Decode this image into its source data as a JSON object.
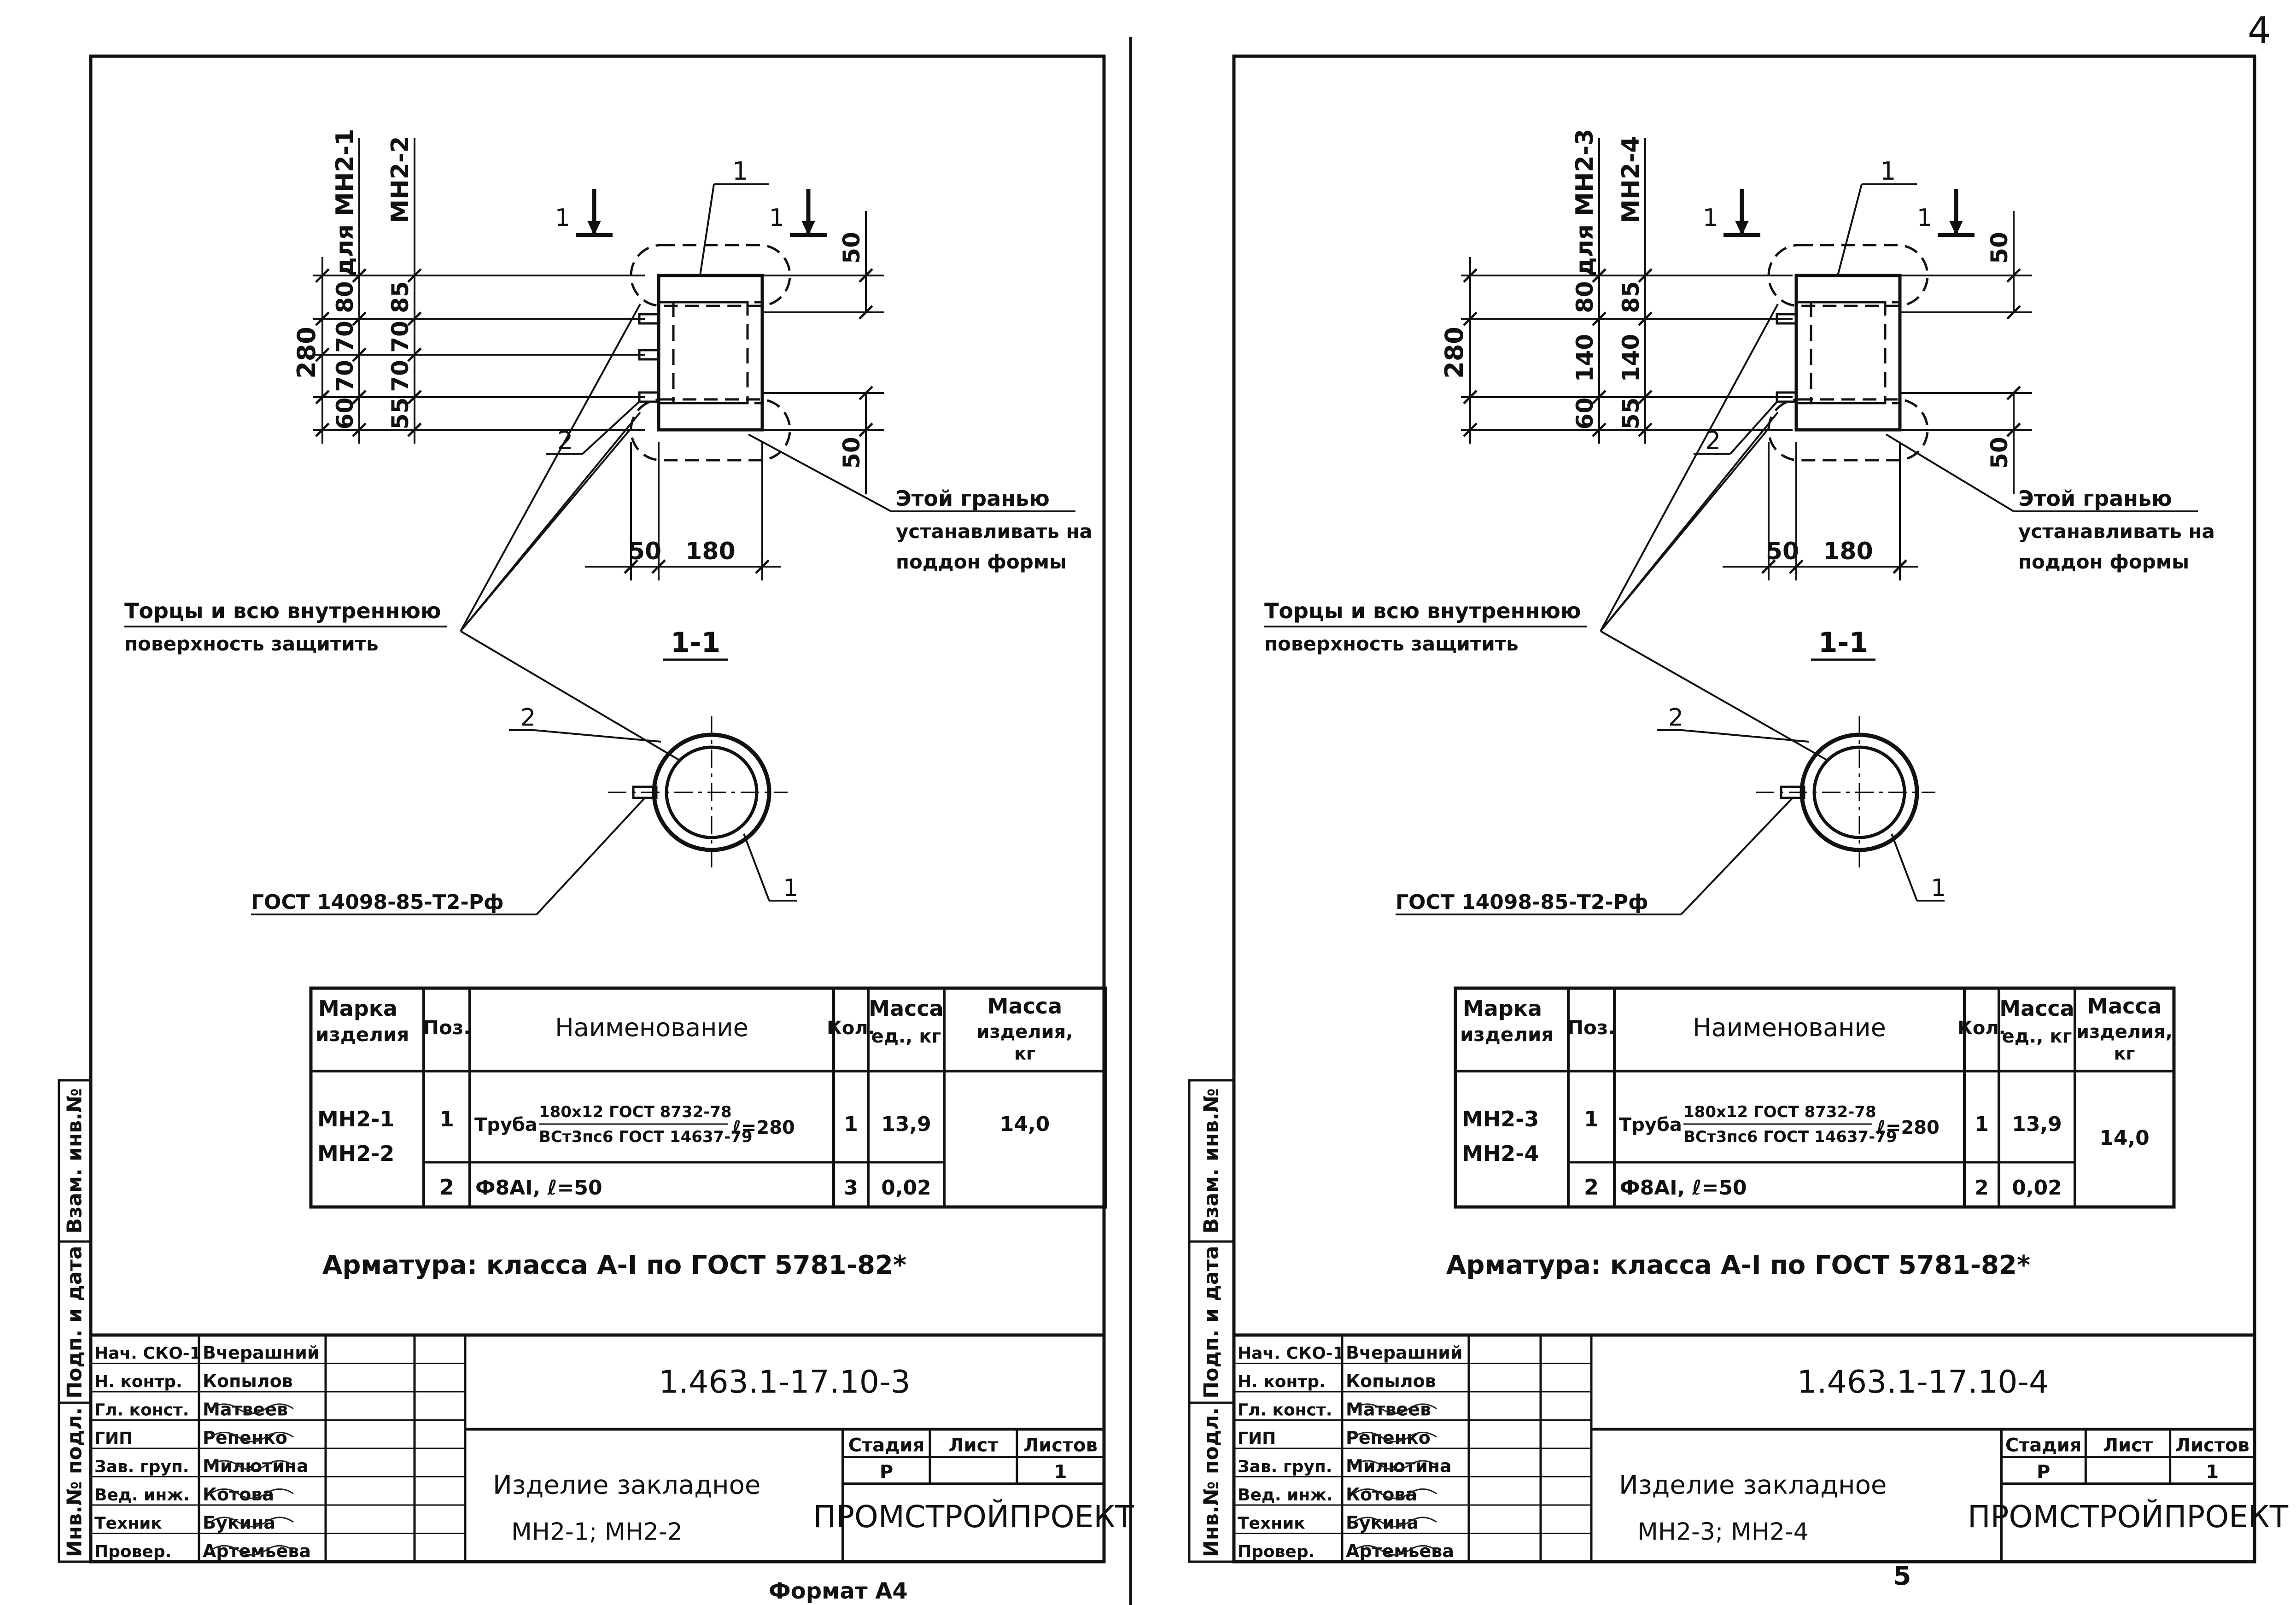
{
  "page_corner_number": "4",
  "sheets": [
    {
      "marks_top": [
        "для МН2-1",
        "МН2-2"
      ],
      "section_marker": "1",
      "pos1": "1",
      "pos2": "2",
      "dims_left_a": [
        "80",
        "70",
        "70",
        "60"
      ],
      "dims_left_b": [
        "85",
        "70",
        "70",
        "55"
      ],
      "dim_total": "280",
      "dim_50_top": "50",
      "dim_50_bottom": "50",
      "dim_50_w": "50",
      "dim_180": "180",
      "face_note_1": "Этой гранью",
      "face_note_2": "устанавливать на",
      "face_note_3": "поддон формы",
      "protect_note_1": "Торцы и всю внутреннюю",
      "protect_note_2": "поверхность защитить",
      "section_title": "1-1",
      "gost_note": "ГОСТ 14098-85-Т2-Рф",
      "table_headers": [
        "Марка изделия",
        "Поз.",
        "Наименование",
        "Кол.",
        "Масса ед., кг",
        "Масса изделия, кг"
      ],
      "table_mark": [
        "МН2-1",
        "МН2-2"
      ],
      "row1_pos": "1",
      "row1_name": "Труба",
      "row1_spec_top": "180х12 ГОСТ 8732-78",
      "row1_spec_bottom": "ВСт3пс6 ГОСТ 14637-79",
      "row1_len": "ℓ=280",
      "row1_qty": "1",
      "row1_mass": "13,9",
      "row1_total": "14,0",
      "row2_pos": "2",
      "row2_name": "Ф8АI, ℓ=50",
      "row2_qty": "3",
      "row2_mass": "0,02",
      "armature_note": "Арматура: класса А-I по ГОСТ 5781-82*",
      "side_labels": [
        "Инв.№ подл.",
        "Подп. и дата",
        "Взам. инв.№"
      ],
      "stamp_roles": [
        "Нач. СКО-1",
        "Н. контр.",
        "Гл. конст.",
        "ГИП",
        "Зав. груп.",
        "Вед. инж.",
        "Техник",
        "Провер."
      ],
      "stamp_names": [
        "Вчерашний",
        "Копылов",
        "Матвеев",
        "Репенко",
        "Милютина",
        "Котова",
        "Букина",
        "Артемьева"
      ],
      "doc_code": "1.463.1-17.10-3",
      "doc_title": "Изделие закладное",
      "doc_marks": "МН2-1; МН2-2",
      "stage_hdr": "Стадия",
      "sheet_hdr": "Лист",
      "sheets_hdr": "Листов",
      "stage_val": "Р",
      "sheets_val": "1",
      "org": "ПРОМСТРОЙПРОЕКТ",
      "bottom_note": "Формат А4"
    },
    {
      "marks_top": [
        "для МН2-3",
        "МН2-4"
      ],
      "section_marker": "1",
      "pos1": "1",
      "pos2": "2",
      "dims_left_a": [
        "80",
        "140",
        "60"
      ],
      "dims_left_b": [
        "85",
        "140",
        "55"
      ],
      "dim_total": "280",
      "dim_50_top": "50",
      "dim_50_bottom": "50",
      "dim_50_w": "50",
      "dim_180": "180",
      "face_note_1": "Этой гранью",
      "face_note_2": "устанавливать на",
      "face_note_3": "поддон формы",
      "protect_note_1": "Торцы и всю внутреннюю",
      "protect_note_2": "поверхность защитить",
      "section_title": "1-1",
      "gost_note": "ГОСТ 14098-85-Т2-Рф",
      "table_headers": [
        "Марка изделия",
        "Поз.",
        "Наименование",
        "Кол.",
        "Масса ед., кг",
        "Масса изделия, кг"
      ],
      "table_mark": [
        "МН2-3",
        "МН2-4"
      ],
      "row1_pos": "1",
      "row1_name": "Труба",
      "row1_spec_top": "180х12 ГОСТ 8732-78",
      "row1_spec_bottom": "ВСт3пс6 ГОСТ 14637-79",
      "row1_len": "ℓ=280",
      "row1_qty": "1",
      "row1_mass": "13,9",
      "row1_total": "14,0",
      "row2_pos": "2",
      "row2_name": "Ф8АI, ℓ=50",
      "row2_qty": "2",
      "row2_mass": "0,02",
      "armature_note": "Арматура: класса А-I по ГОСТ 5781-82*",
      "side_labels": [
        "Инв.№ подл.",
        "Подп. и дата",
        "Взам. инв.№"
      ],
      "stamp_roles": [
        "Нач. СКО-1",
        "Н. контр.",
        "Гл. конст.",
        "ГИП",
        "Зав. груп.",
        "Вед. инж.",
        "Техник",
        "Провер."
      ],
      "stamp_names": [
        "Вчерашний",
        "Копылов",
        "Матвеев",
        "Репенко",
        "Милютина",
        "Котова",
        "Букина",
        "Артемьева"
      ],
      "doc_code": "1.463.1-17.10-4",
      "doc_title": "Изделие закладное",
      "doc_marks": "МН2-3; МН2-4",
      "stage_hdr": "Стадия",
      "sheet_hdr": "Лист",
      "sheets_hdr": "Листов",
      "stage_val": "Р",
      "sheets_val": "1",
      "org": "ПРОМСТРОЙПРОЕКТ",
      "bottom_note": "5"
    }
  ]
}
